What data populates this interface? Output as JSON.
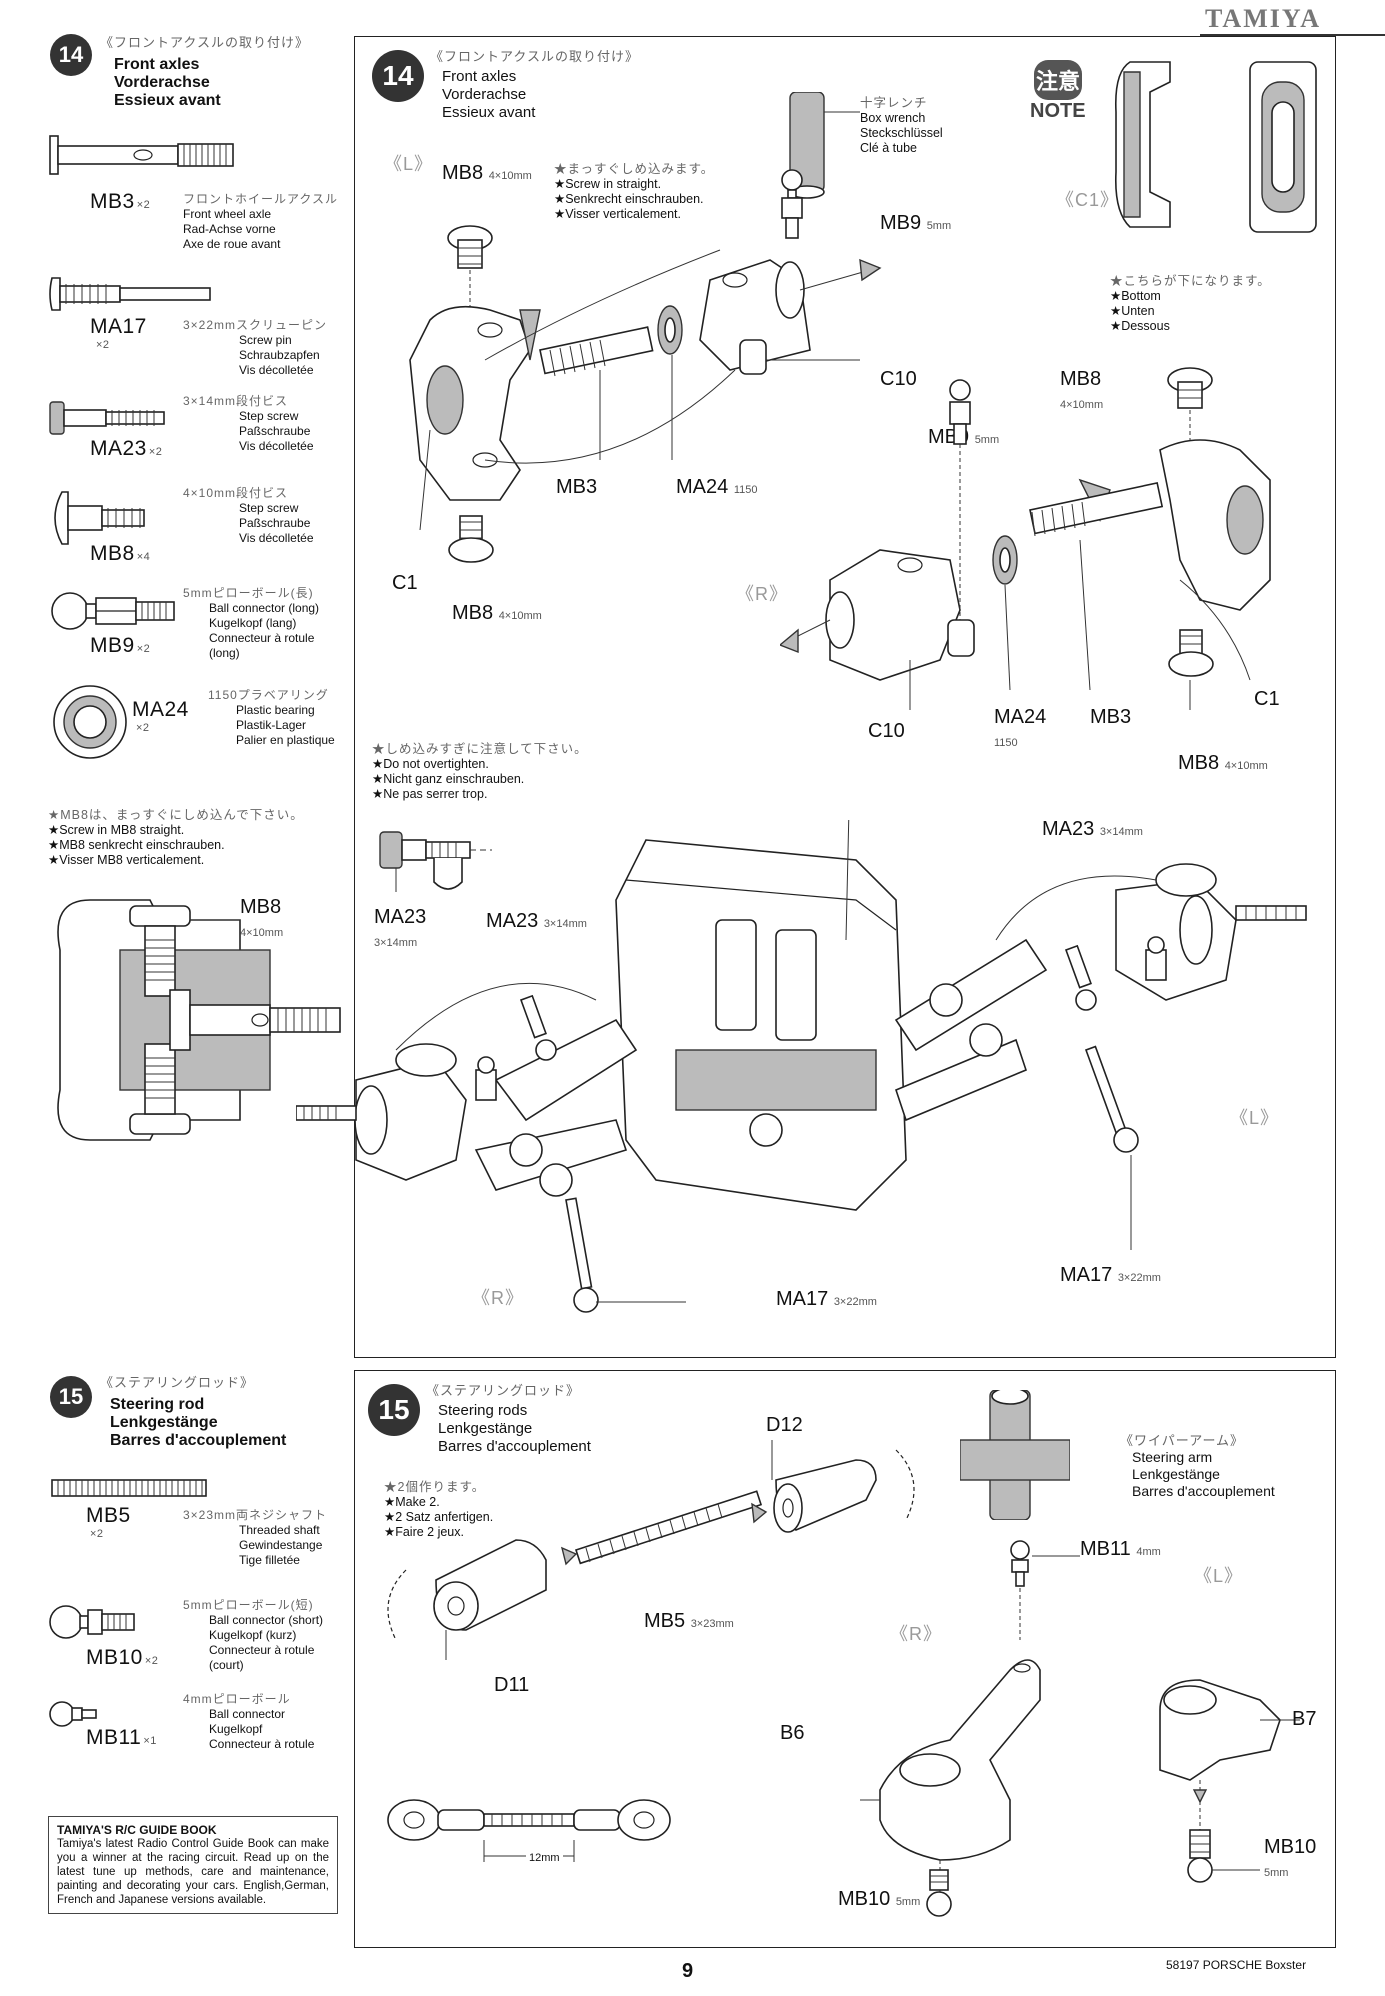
{
  "header": {
    "brand": "TAMIYA"
  },
  "step14": {
    "number": "14",
    "title_jp": "《フロントアクスルの取り付け》",
    "title_en": "Front axles",
    "title_de": "Vorderachse",
    "title_fr": "Essieux avant",
    "parts": [
      {
        "code": "MB3",
        "qty": "×2",
        "jp": "フロントホイールアクスル",
        "en": "Front wheel axle",
        "de": "Rad-Achse vorne",
        "fr": "Axe de roue avant"
      },
      {
        "code": "MA17",
        "qty": "×2",
        "jp": "3×22mmスクリューピン",
        "en": "Screw pin",
        "de": "Schraubzapfen",
        "fr": "Vis décolletée"
      },
      {
        "code": "MA23",
        "qty": "×2",
        "jp": "3×14mm段付ビス",
        "en": "Step screw",
        "de": "Paßschraube",
        "fr": "Vis décolletée"
      },
      {
        "code": "MB8",
        "qty": "×4",
        "jp": "4×10mm段付ビス",
        "en": "Step screw",
        "de": "Paßschraube",
        "fr": "Vis décolletée"
      },
      {
        "code": "MB9",
        "qty": "×2",
        "jp": "5mmピローボール(長)",
        "en": "Ball connector (long)",
        "de": "Kugelkopf (lang)",
        "fr1": "Connecteur à rotule",
        "fr2": "(long)"
      },
      {
        "code": "MA24",
        "qty": "×2",
        "jp": "1150プラベアリング",
        "en": "Plastic bearing",
        "de": "Plastik-Lager",
        "fr": "Palier en plastique"
      }
    ],
    "mb8_note": {
      "jp": "★MB8は、まっすぐにしめ込んで下さい。",
      "en": "★Screw in MB8 straight.",
      "de": "★MB8 senkrecht einschrauben.",
      "fr": "★Visser MB8 verticalement."
    },
    "mb8_detail": {
      "code": "MB8",
      "spec": "4×10mm"
    },
    "main": {
      "number": "14",
      "title_jp": "《フロントアクスルの取り付け》",
      "title_en": "Front axles",
      "title_de": "Vorderachse",
      "title_fr": "Essieux avant",
      "side_L": "《L》",
      "side_R": "《R》",
      "straight_note": {
        "jp": "★まっすぐしめ込みます。",
        "en": "★Screw in straight.",
        "de": "★Senkrecht einschrauben.",
        "fr": "★Visser verticalement."
      },
      "wrench": {
        "jp": "十字レンチ",
        "en": "Box wrench",
        "de": "Steckschlüssel",
        "fr": "Clé à tube"
      },
      "note_badge_jp": "注意",
      "note_badge_en": "NOTE",
      "c1_label": "《C1》",
      "c1_note": {
        "jp": "★こちらが下になります。",
        "en": "★Bottom",
        "de": "★Unten",
        "fr": "★Dessous"
      },
      "overtighten": {
        "jp": "★しめ込みすぎに注意して下さい。",
        "en": "★Do not overtighten.",
        "de": "★Nicht ganz einschrauben.",
        "fr": "★Ne pas serrer trop."
      },
      "labels": {
        "mb8": "MB8",
        "mb8_spec": "4×10mm",
        "mb9": "MB9",
        "mb9_spec": "5mm",
        "c10": "C10",
        "c1": "C1",
        "mb3": "MB3",
        "ma24": "MA24",
        "ma24_spec": "1150",
        "ma23": "MA23",
        "ma23_spec": "3×14mm",
        "ma17": "MA17",
        "ma17_spec": "3×22mm"
      }
    }
  },
  "step15": {
    "number": "15",
    "title_jp": "《ステアリングロッド》",
    "title_en": "Steering rod",
    "title_de": "Lenkgestänge",
    "title_fr": "Barres d'accouplement",
    "parts": [
      {
        "code": "MB5",
        "qty": "×2",
        "jp": "3×23mm両ネジシャフト",
        "en": "Threaded shaft",
        "de": "Gewindestange",
        "fr": "Tige filletée"
      },
      {
        "code": "MB10",
        "qty": "×2",
        "jp": "5mmピローボール(短)",
        "en": "Ball connector (short)",
        "de": "Kugelkopf (kurz)",
        "fr1": "Connecteur à rotule",
        "fr2": "(court)"
      },
      {
        "code": "MB11",
        "qty": "×1",
        "jp": "4mmピローボール",
        "en": "Ball connector",
        "de": "Kugelkopf",
        "fr": "Connecteur à rotule"
      }
    ],
    "main": {
      "number": "15",
      "title_jp": "《ステアリングロッド》",
      "title_en": "Steering rods",
      "title_de": "Lenkgestänge",
      "title_fr": "Barres d'accouplement",
      "make2": {
        "jp": "★2個作ります。",
        "en": "★Make 2.",
        "de": "★2 Satz anfertigen.",
        "fr": "★Faire 2 jeux."
      },
      "arm": {
        "jp": "《ワイパーアーム》",
        "en": "Steering arm",
        "de": "Lenkgestänge",
        "fr": "Barres d'accouplement"
      },
      "side_L": "《L》",
      "side_R": "《R》",
      "labels": {
        "d12": "D12",
        "d11": "D11",
        "mb5": "MB5",
        "mb5_spec": "3×23mm",
        "mb11": "MB11",
        "mb11_spec": "4mm",
        "b7": "B7",
        "b6": "B6",
        "mb10": "MB10",
        "mb10_spec": "5mm",
        "dim": "12mm"
      }
    }
  },
  "guide": {
    "title": "TAMIYA'S R/C GUIDE BOOK",
    "body": "Tamiya's latest Radio Control Guide Book can make you a winner at the racing circuit. Read up on the latest tune up methods, care and maintenance, painting and decorating your cars. English,German, French and Japanese versions available."
  },
  "footer": {
    "page": "9",
    "model": "58197 PORSCHE Boxster"
  }
}
